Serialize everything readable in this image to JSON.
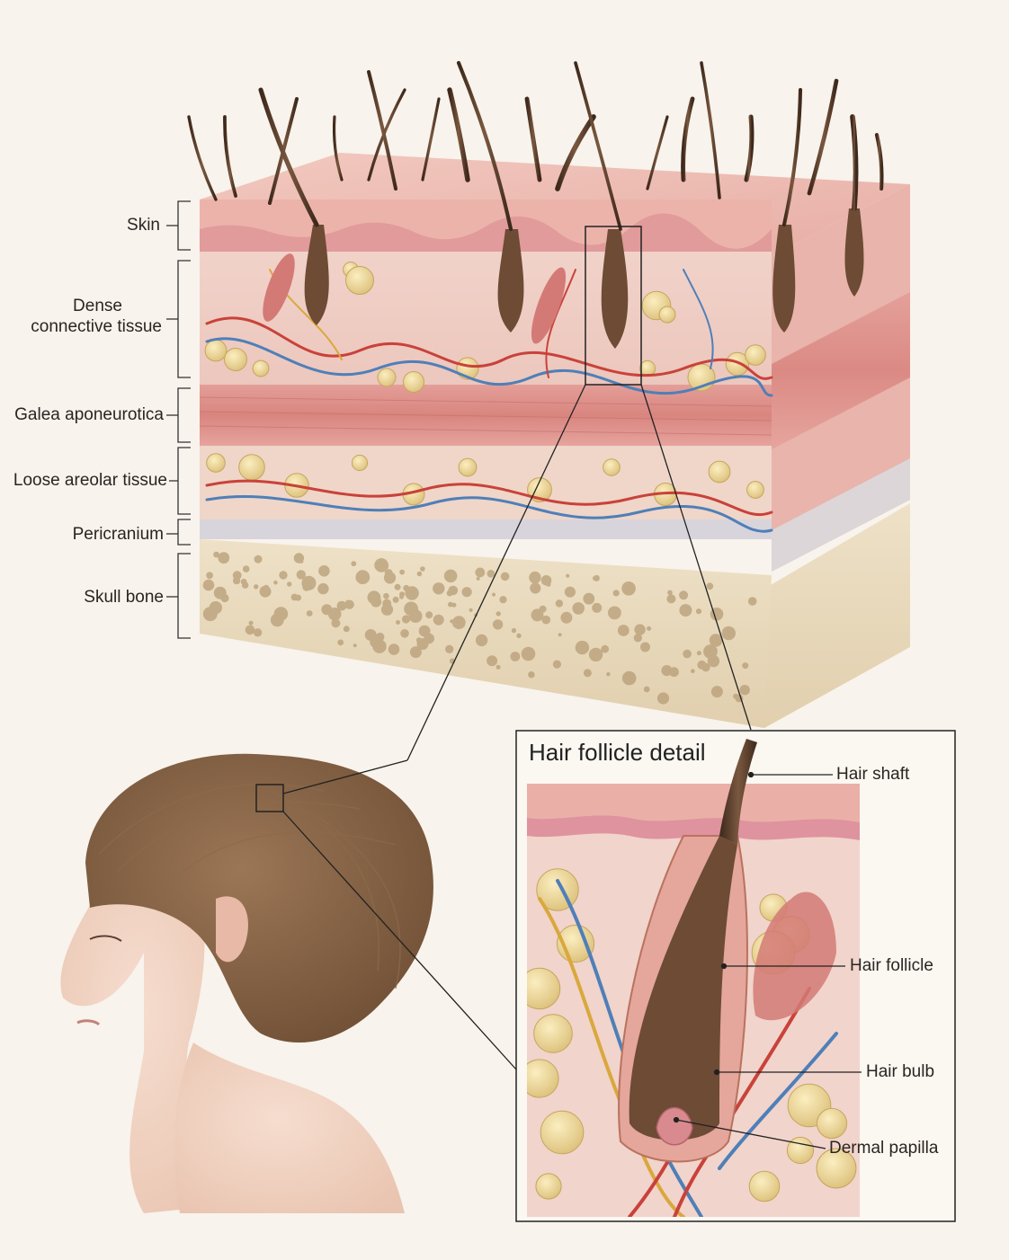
{
  "layer_labels": {
    "skin": "Skin",
    "dense_1": "Dense",
    "dense_2": "connective tissue",
    "galea": "Galea aponeurotica",
    "loose": "Loose areolar tissue",
    "pericranium": "Pericranium",
    "bone": "Skull bone"
  },
  "detail": {
    "title": "Hair follicle detail",
    "hair_shaft": "Hair shaft",
    "hair_follicle": "Hair follicle",
    "hair_bulb": "Hair bulb",
    "dermal_papilla": "Dermal papilla"
  },
  "colors": {
    "background": "#f8f3ec",
    "skin": "#e9b3ad",
    "dermis": "#efcfc7",
    "fat": "#ecd592",
    "muscle": "#d98b86",
    "bone": "#e8d9bd",
    "hair": "#5a3d2b",
    "artery": "#c9423a",
    "vein": "#4f7fb8"
  }
}
